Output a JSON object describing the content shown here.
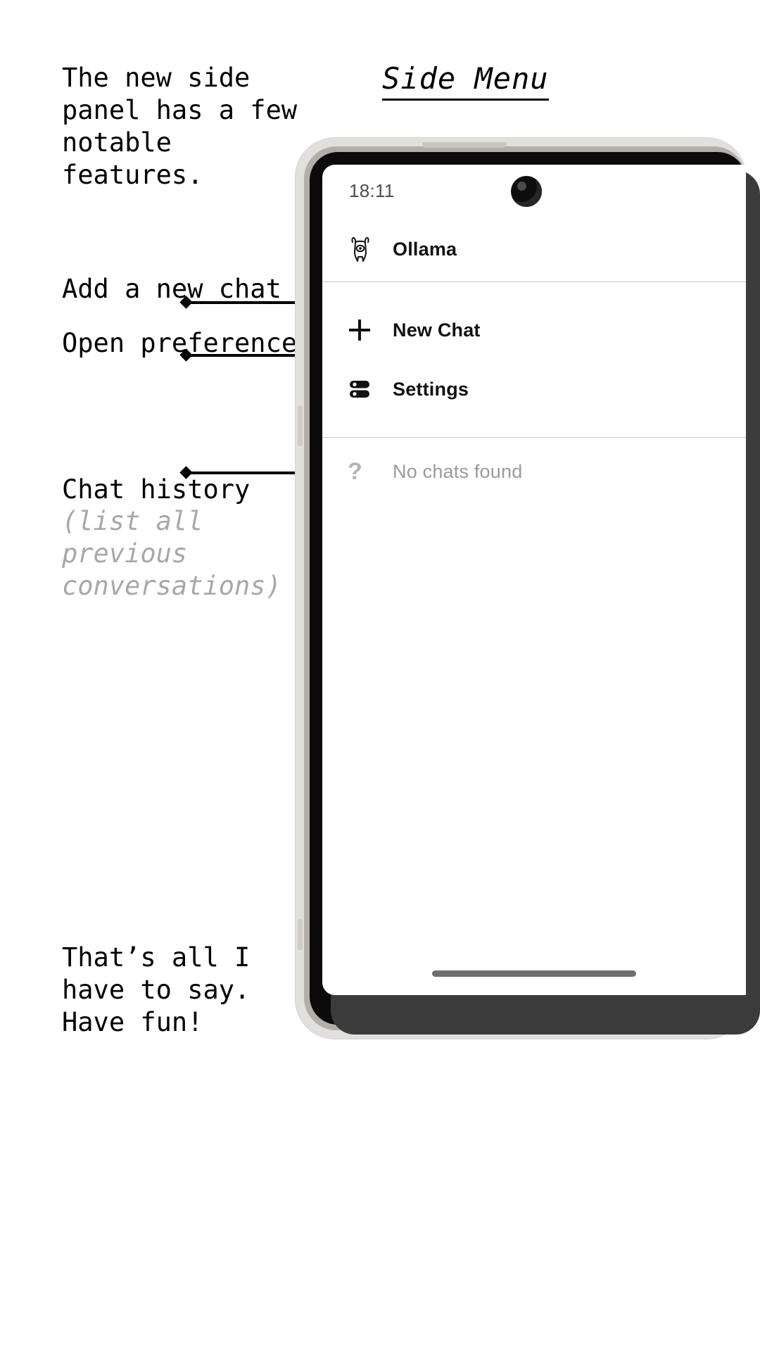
{
  "title": "Side Menu",
  "annotations": {
    "intro": "The new side\npanel has a few\nnotable\nfeatures.",
    "new_chat": "Add a new chat",
    "preferences": "Open preferences",
    "chat_history": "Chat history",
    "chat_history_note": "(list all\nprevious\nconversations)",
    "outro": "That’s all I\nhave to say.\nHave fun!"
  },
  "phone": {
    "status": {
      "time": "18:11",
      "camera": "front-camera-punchhole"
    },
    "app": {
      "header": {
        "icon": "llama-icon",
        "label": "Ollama"
      },
      "menu_items": [
        {
          "icon": "plus-icon",
          "label": "New Chat"
        },
        {
          "icon": "server-icon",
          "label": "Settings"
        }
      ],
      "history": {
        "icon": "question-mark-icon",
        "empty_label": "No chats found"
      }
    },
    "gesture_bar": "home-indicator"
  },
  "colors": {
    "text": "#000000",
    "muted": "#a8a8a8",
    "screen_bg": "#ffffff",
    "frame": "#0b0b0b",
    "bezel": "#e2e0dd"
  }
}
